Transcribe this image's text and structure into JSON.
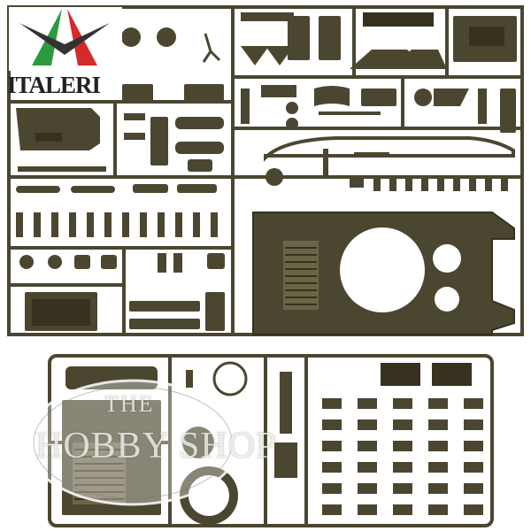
{
  "photo": {
    "subject": "plastic model kit sprues",
    "colors": {
      "plastic": "#4b4630",
      "plastic_dark": "#36321f",
      "plastic_light": "#6b6447",
      "background": "#ffffff"
    }
  },
  "logo": {
    "brand": "ITALERI",
    "colors": {
      "green": "#2e9a3e",
      "red": "#d32a2a",
      "white": "#ffffff",
      "text": "#222222"
    }
  },
  "watermark": {
    "line1": "THE",
    "line2": "HOBBY SHOP"
  }
}
